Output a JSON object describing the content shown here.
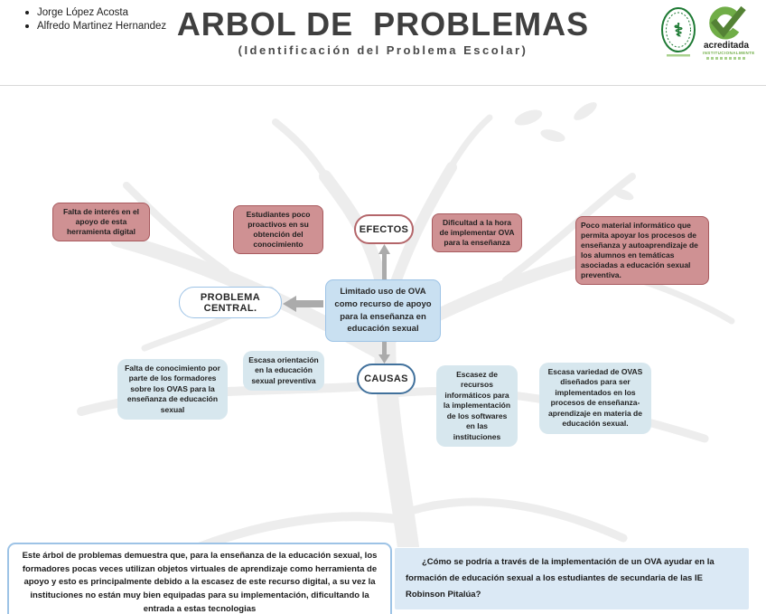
{
  "header": {
    "authors": [
      "Jorge López Acosta",
      "Alfredo Martinez Hernandez"
    ],
    "title": "ARBOL DE  PROBLEMAS",
    "subtitle": "(Identificación del Problema Escolar)",
    "accreditation": {
      "word": "acreditada",
      "sub": "INSTITUCIONALMENTE"
    }
  },
  "diagram": {
    "effects_label": "EFECTOS",
    "causes_label": "CAUSAS",
    "central_problem_label": "PROBLEMA CENTRAL.",
    "central_problem": "Limitado uso de OVA como recurso de apoyo para la enseñanza en educación sexual",
    "effects": [
      "Falta de interés en el apoyo de esta herramienta digital",
      "Estudiantes poco proactivos en su obtención del conocimiento",
      "Dificultad a la hora de implementar OVA para la enseñanza",
      "Poco material informático que permita apoyar los procesos de enseñanza y autoaprendizaje de los alumnos en temáticas asociadas a educación sexual preventiva."
    ],
    "causes": [
      "Falta de conocimiento por parte de los formadores sobre los OVAS para la enseñanza de educación sexual",
      "Escasa orientación en la educación sexual preventiva",
      "Escasez de recursos informáticos para la implementación de los softwares en las instituciones",
      "Escasa variedad de OVAS diseñados para ser implementados en los procesos de enseñanza-aprendizaje en materia de educación sexual."
    ]
  },
  "footer": {
    "summary": "Este árbol de problemas demuestra que, para la enseñanza de la educación sexual, los formadores pocas veces utilizan objetos virtuales de aprendizaje como herramienta de apoyo y esto es principalmente debido a la escasez de este recurso digital, a su vez la instituciones no están muy bien equipadas para su implementación, dificultando la entrada a estas tecnologias",
    "question": "¿Cómo se podría a través de la implementación de un OVA ayudar en la formación de educación sexual a los estudiantes de secundaria de las IE Robinson Pitalúa?"
  },
  "colors": {
    "effect_fill": "#cf9193",
    "effect_border": "#a85a5e",
    "effects_pill_border": "#b4666a",
    "cause_fill": "#d7e7ee",
    "causes_pill_border": "#41719c",
    "central_fill": "#c9e0f1",
    "central_border": "#9dc3e6",
    "arrow_gray": "#ababab",
    "watermark_gray": "#ededed",
    "logo_green": "#70ad47",
    "logo_dark_green": "#548235",
    "seal_green": "#1e7a34",
    "question_fill": "#dbe9f5"
  }
}
